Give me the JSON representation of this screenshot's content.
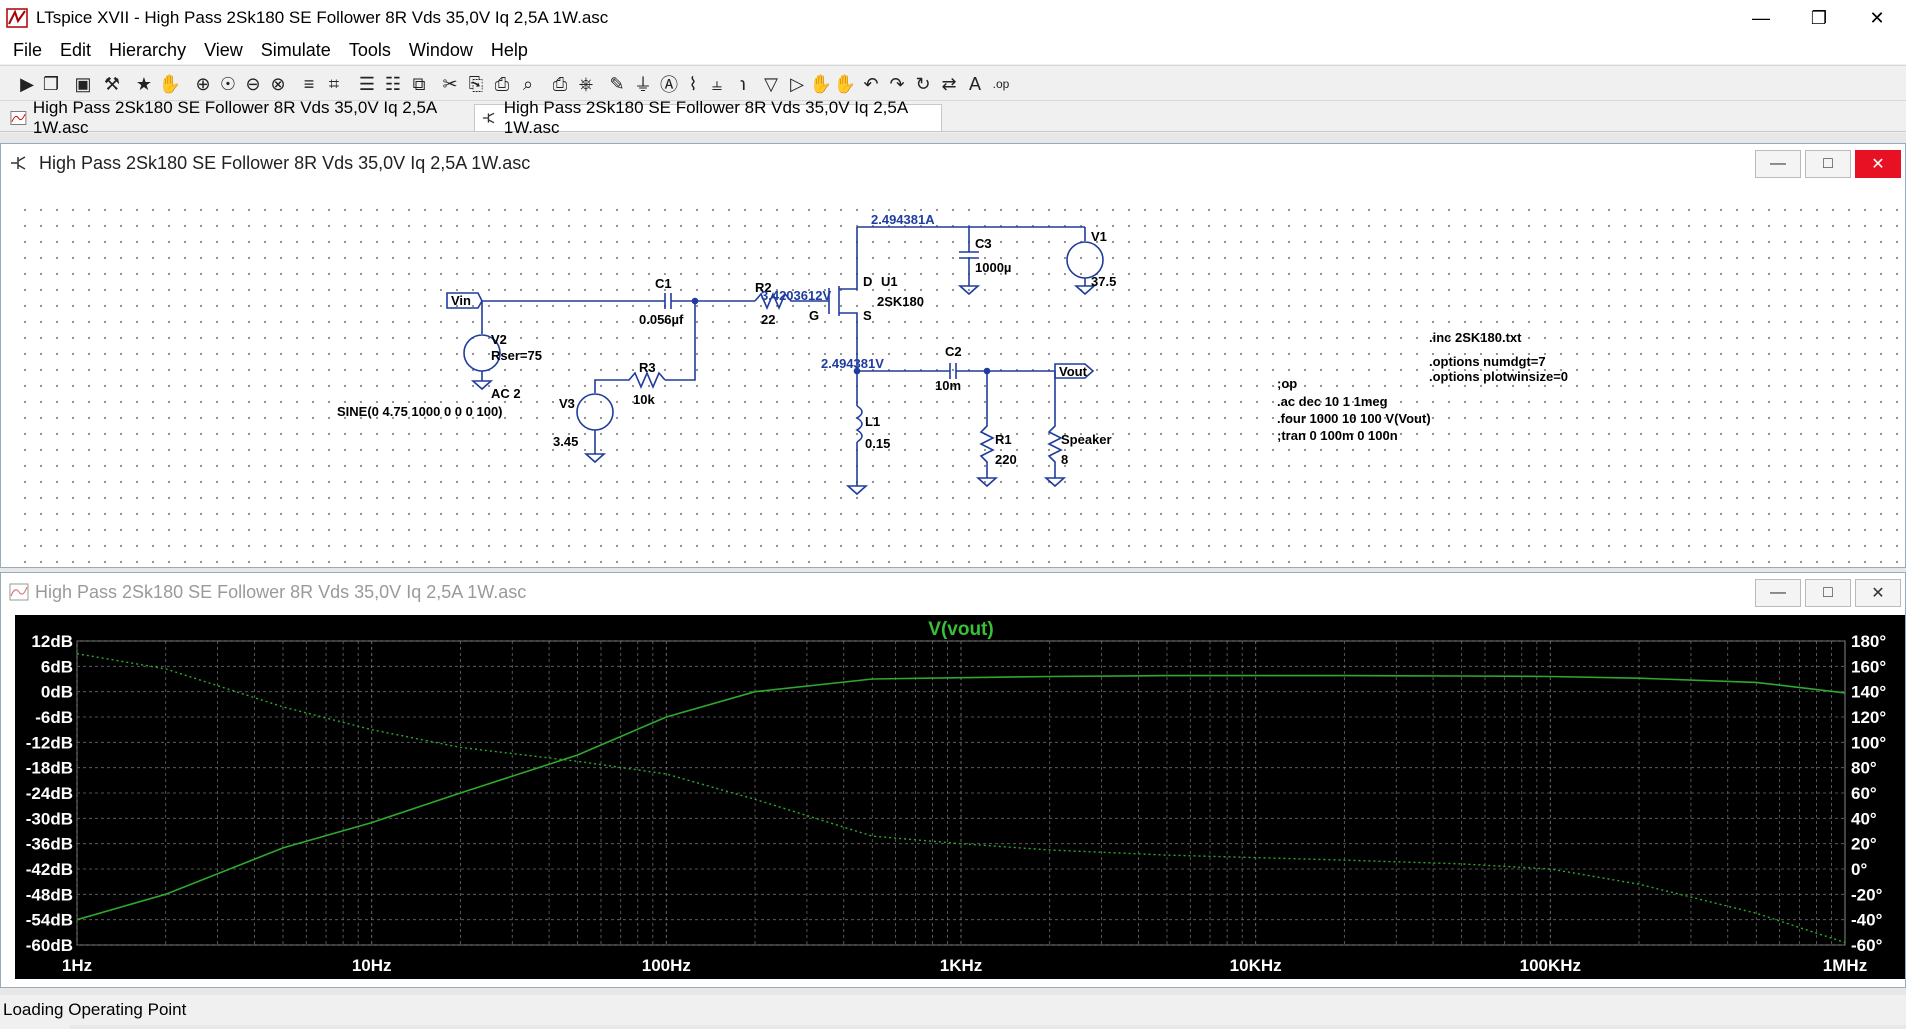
{
  "window": {
    "title": "LTspice XVII - High Pass 2Sk180 SE Follower 8R Vds 35,0V Iq 2,5A 1W.asc"
  },
  "menu": [
    "File",
    "Edit",
    "Hierarchy",
    "View",
    "Simulate",
    "Tools",
    "Window",
    "Help"
  ],
  "toolbar_icons": [
    "new-schematic-icon",
    "open-icon",
    "save-icon",
    "control-panel-icon",
    "run-icon",
    "halt-icon",
    "zoom-in-icon",
    "zoom-pan-icon",
    "zoom-out-icon",
    "zoom-full-icon",
    "autoscale-icon",
    "grid-icon",
    "tile-horizontal-icon",
    "tile-vertical-icon",
    "cascade-icon",
    "cut-icon",
    "copy-icon",
    "paste-icon",
    "find-icon",
    "print-icon",
    "print-setup-icon",
    "wire-icon",
    "ground-icon",
    "label-icon",
    "resistor-icon",
    "capacitor-icon",
    "inductor-icon",
    "diode-icon",
    "component-icon",
    "move-icon",
    "drag-icon",
    "undo-icon",
    "redo-icon",
    "rotate-icon",
    "mirror-icon",
    "text-icon",
    "spice-directive-icon"
  ],
  "tabs": [
    {
      "label": "High Pass 2Sk180 SE Follower 8R Vds 35,0V Iq 2,5A 1W.asc",
      "active": false
    },
    {
      "label": "High Pass 2Sk180 SE Follower 8R Vds 35,0V Iq 2,5A 1W.asc",
      "active": true
    }
  ],
  "schematic_window": {
    "title": "High Pass 2Sk180 SE Follower 8R Vds 35,0V Iq 2,5A 1W.asc",
    "labels": {
      "current_top": "2.494381A",
      "c3": "C3",
      "c3v": "1000µ",
      "v1": "V1",
      "v1v": "37.5",
      "u1": "U1",
      "u1v": "2SK180",
      "d": "D",
      "g": "G",
      "s": "S",
      "vin": "Vin",
      "c1": "C1",
      "c1v": "0.056µf",
      "r2": "R2",
      "r2v": "22",
      "gate_v": "3.4203612V",
      "v2": "V2",
      "v2r": "Rser=75",
      "v2ac": "AC 2",
      "v2sine": "SINE(0 4.75 1000 0 0 0 100)",
      "r3": "R3",
      "r3v": "10k",
      "v3": "V3",
      "v3v": "3.45",
      "src_v": "2.494381V",
      "c2": "C2",
      "c2v": "10m",
      "vout": "Vout",
      "l1": "L1",
      "l1v": "0.15",
      "r1": "R1",
      "r1v": "220",
      "spk": "Speaker",
      "spkv": "8"
    },
    "directives": [
      ".inc 2SK180.txt",
      ".options numdgt=7",
      ".options plotwinsize=0",
      ";op",
      ".ac dec 10 1 1meg",
      ".four 1000 10 100 V(Vout)",
      ";tran 0 100m 0 100n"
    ]
  },
  "plot_window": {
    "title": "High Pass 2Sk180 SE Follower 8R Vds 35,0V Iq 2,5A 1W.asc"
  },
  "chart_data": {
    "type": "line",
    "title": "V(vout)",
    "x_scale": "log",
    "x_ticks": [
      "1Hz",
      "10Hz",
      "100Hz",
      "1KHz",
      "10KHz",
      "100KHz",
      "1MHz"
    ],
    "xlim": [
      1,
      1000000
    ],
    "y_left_ticks": [
      "12dB",
      "6dB",
      "0dB",
      "-6dB",
      "-12dB",
      "-18dB",
      "-24dB",
      "-30dB",
      "-36dB",
      "-42dB",
      "-48dB",
      "-54dB",
      "-60dB"
    ],
    "ylim_left": [
      -60,
      12
    ],
    "y_right_ticks": [
      "180°",
      "160°",
      "140°",
      "120°",
      "100°",
      "80°",
      "60°",
      "40°",
      "20°",
      "0°",
      "-20°",
      "-40°",
      "-60°"
    ],
    "ylim_right": [
      -60,
      180
    ],
    "grid": true,
    "series": [
      {
        "name": "V(vout)",
        "style": "solid",
        "axis": "left",
        "color": "#2ea82e",
        "x": [
          1,
          2,
          5,
          10,
          20,
          50,
          100,
          200,
          500,
          1000,
          2000,
          5000,
          10000,
          20000,
          50000,
          100000,
          200000,
          500000,
          1000000
        ],
        "y": [
          -54,
          -48,
          -37,
          -31,
          -24,
          -15,
          -6,
          0,
          3,
          3.3,
          3.6,
          3.8,
          3.8,
          3.8,
          3.7,
          3.6,
          3.2,
          2.2,
          -0.3
        ]
      },
      {
        "name": "phase",
        "style": "dotted",
        "axis": "right",
        "color": "#2ea82e",
        "x": [
          1,
          2,
          5,
          10,
          20,
          50,
          100,
          200,
          500,
          1000,
          2000,
          5000,
          10000,
          20000,
          50000,
          100000,
          200000,
          500000,
          1000000
        ],
        "y": [
          170,
          158,
          128,
          110,
          96,
          85,
          75,
          55,
          26,
          20,
          15,
          11,
          9,
          7,
          4,
          0,
          -12,
          -35,
          -58
        ]
      }
    ]
  },
  "status": {
    "text": "Loading Operating Point"
  }
}
